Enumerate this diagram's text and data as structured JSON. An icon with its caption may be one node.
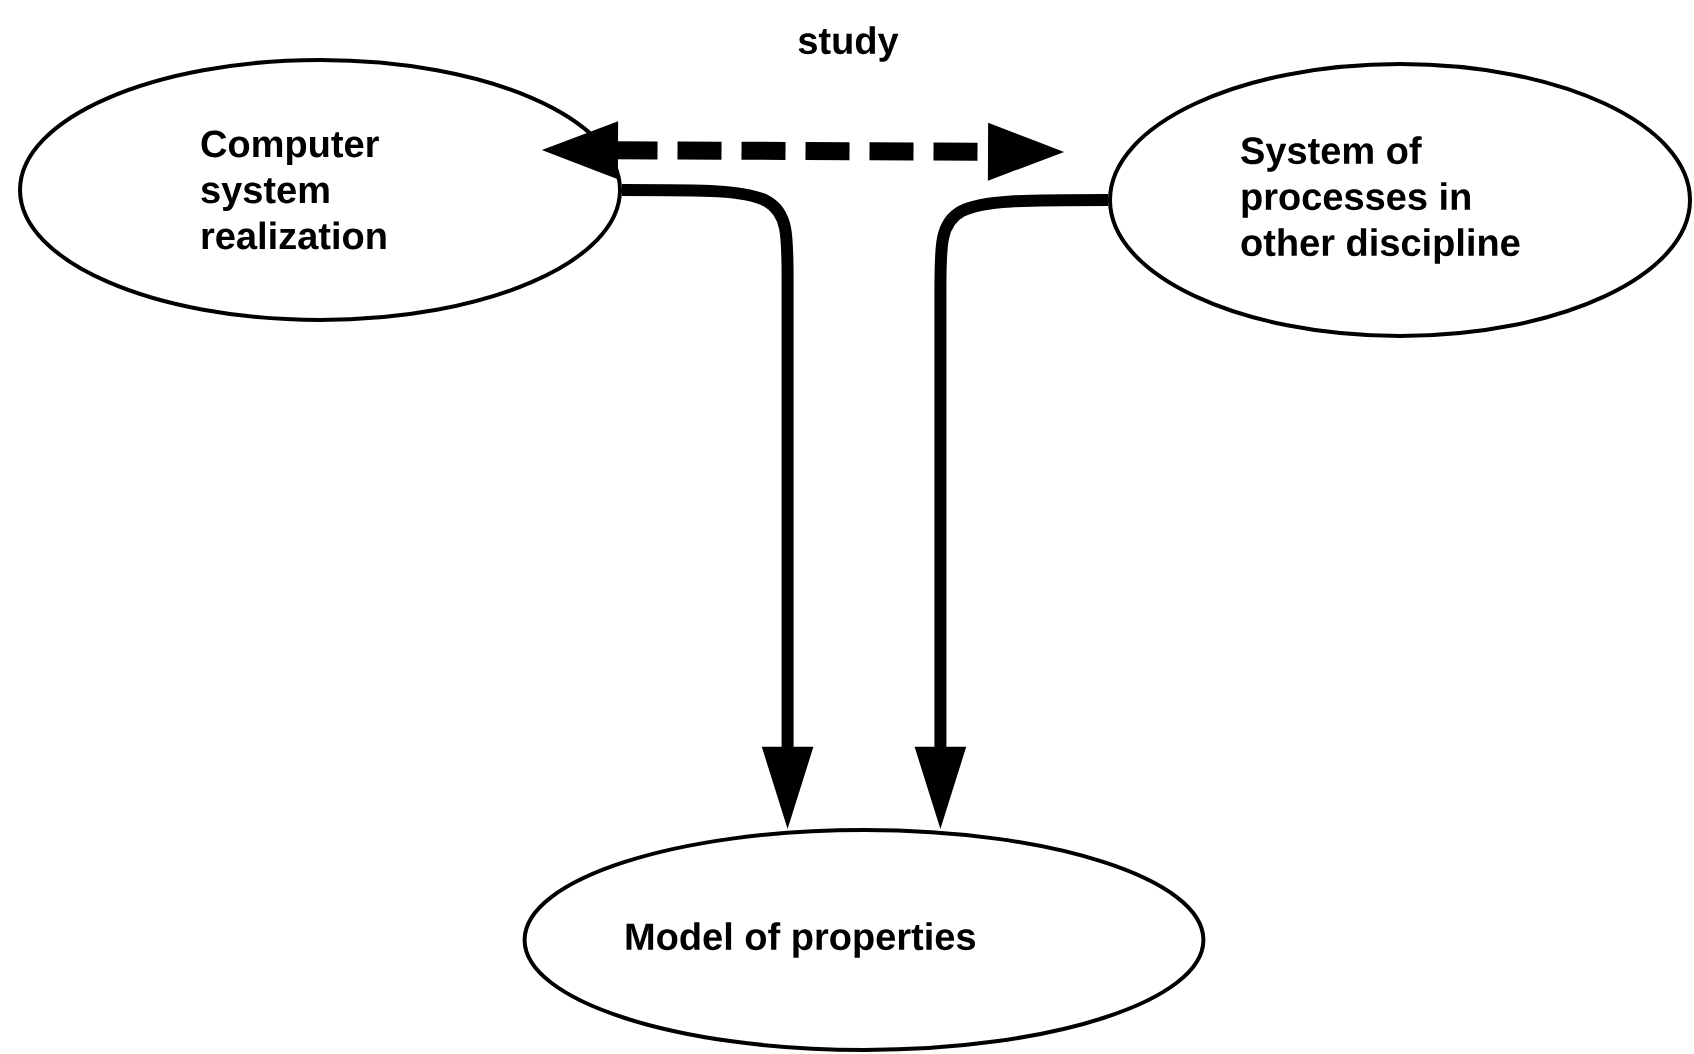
{
  "diagram": {
    "nodes": [
      {
        "text": [
          "Computer system realization"
        ]
      },
      {
        "text": [
          "System of processes in other discipline"
        ]
      },
      {
        "text": [
          "Model of properties"
        ]
      }
    ],
    "edges": [
      {
        "from": 0,
        "to": 1,
        "arrow": "both",
        "style": "dashed",
        "label": "study"
      },
      {
        "from": 0,
        "to": 2,
        "arrow": "to"
      },
      {
        "from": 1,
        "to": 2,
        "arrow": "to"
      }
    ]
  }
}
